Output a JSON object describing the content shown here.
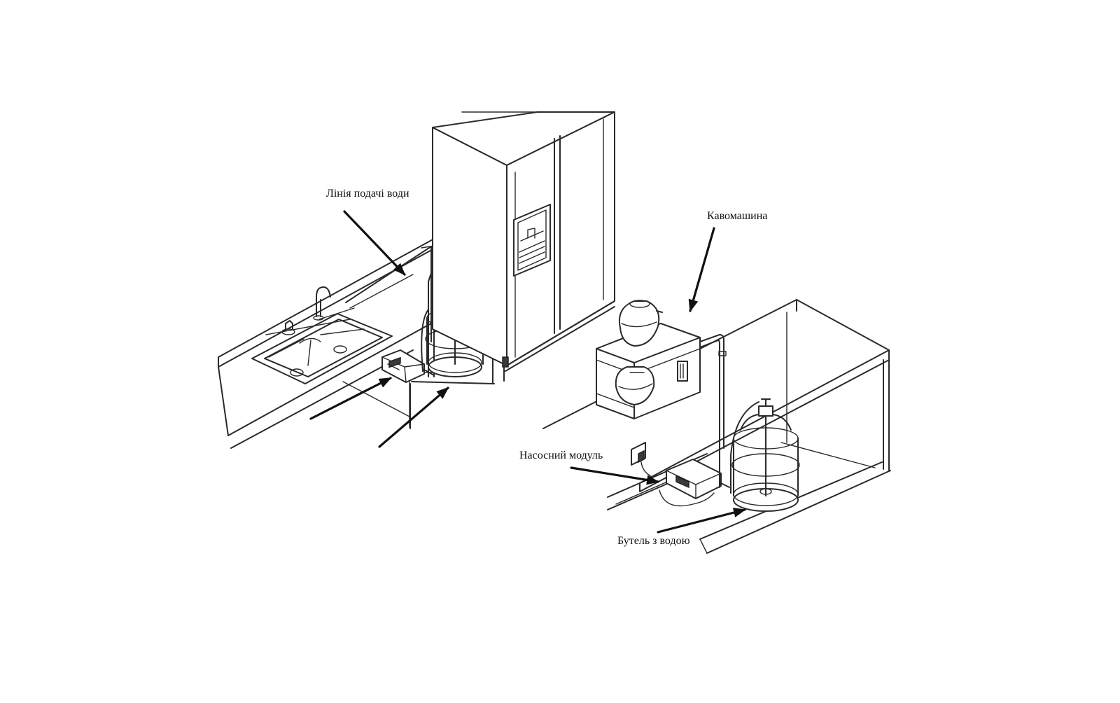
{
  "labels": {
    "water_line": "Лінія подачі води",
    "coffee_machine": "Кавомашина",
    "pump_module": "Насосний модуль",
    "water_bottle": "Бутель з водою"
  }
}
